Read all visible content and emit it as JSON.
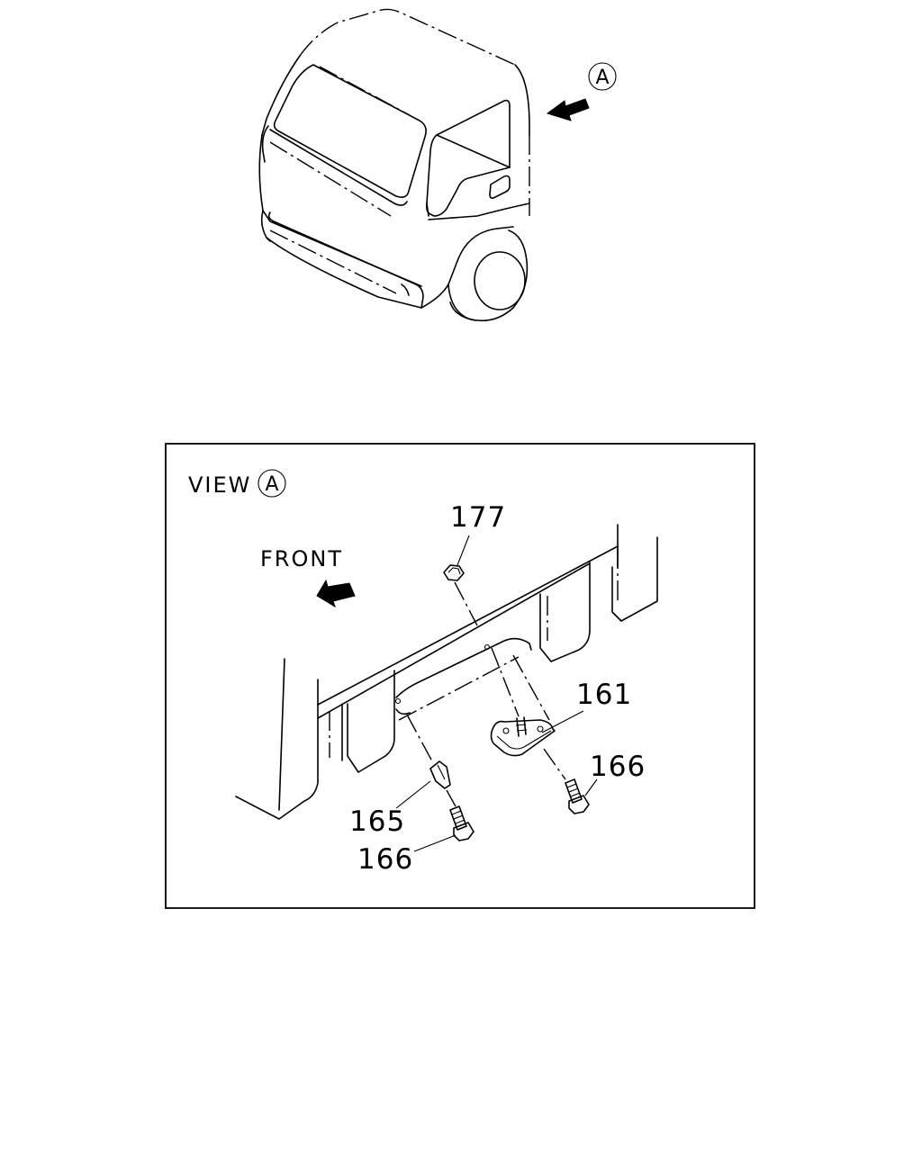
{
  "overview": {
    "view_marker": "A"
  },
  "detail": {
    "view_label": "VIEW",
    "view_marker": "A",
    "front_label": "FRONT",
    "callouts": [
      {
        "id": "c177",
        "text": "177"
      },
      {
        "id": "c161",
        "text": "161"
      },
      {
        "id": "c166a",
        "text": "166"
      },
      {
        "id": "c165",
        "text": "165"
      },
      {
        "id": "c166b",
        "text": "166"
      }
    ]
  }
}
